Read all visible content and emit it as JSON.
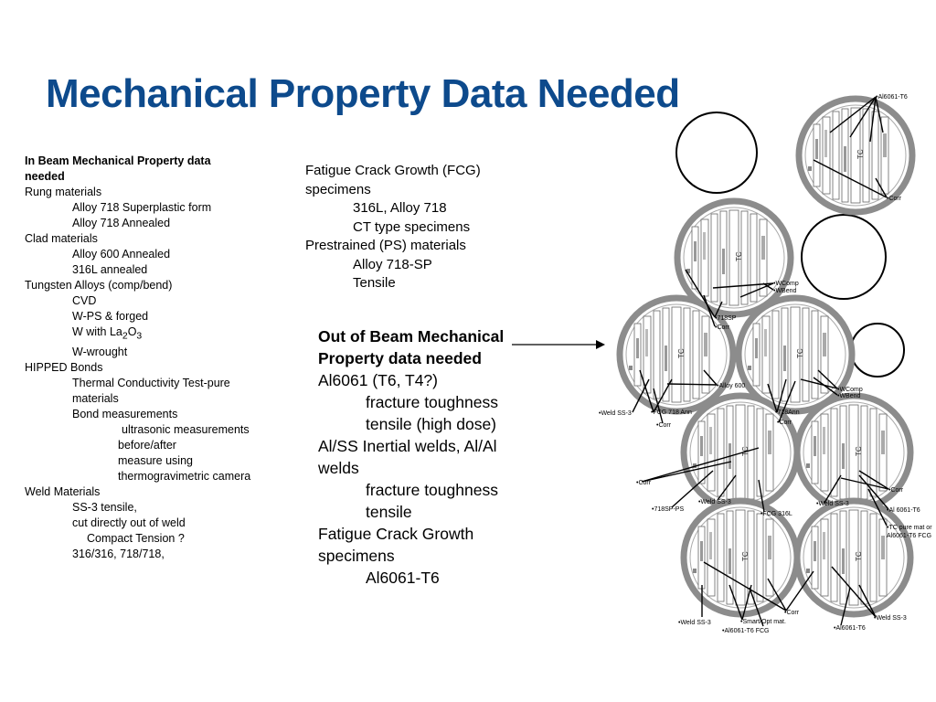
{
  "title": "Mechanical Property Data Needed",
  "left_column": {
    "heading_line1": "In Beam Mechanical Property data",
    "heading_line2": "needed",
    "rung": "Rung materials",
    "rung_1": "Alloy 718 Superplastic form",
    "rung_2": "Alloy 718 Annealed",
    "clad": "Clad materials",
    "clad_1": "Alloy 600 Annealed",
    "clad_2": "316L annealed",
    "tungsten": "Tungsten Alloys (comp/bend)",
    "tungsten_1": "CVD",
    "tungsten_2": "W-PS & forged",
    "tungsten_3_pre": "W with La",
    "tungsten_3_sub1": "2",
    "tungsten_3_mid": "O",
    "tungsten_3_sub2": "3",
    "tungsten_4": "W-wrought",
    "hipped": "HIPPED Bonds",
    "hipped_1a": "Thermal Conductivity Test-pure",
    "hipped_1b": "materials",
    "hipped_2": "Bond measurements",
    "hipped_3": "ultrasonic measurements",
    "hipped_4": "before/after",
    "hipped_5": "measure using",
    "hipped_6": "thermogravimetric camera",
    "weld": "Weld Materials",
    "weld_1": "SS-3 tensile,",
    "weld_2": "cut directly out of weld",
    "weld_3": "Compact Tension ?",
    "weld_4": "316/316, 718/718,"
  },
  "middle_column": {
    "l1": "Fatigue Crack Growth (FCG)",
    "l2": "specimens",
    "l3": "316L, Alloy 718",
    "l4": "CT type specimens",
    "l5": "Prestrained (PS) materials",
    "l6": "Alloy 718-SP",
    "l7": "Tensile"
  },
  "out_of_beam": {
    "h1": "Out of Beam Mechanical",
    "h2": "Property data needed",
    "l1": "Al6061 (T6, T4?)",
    "l2": "fracture toughness",
    "l3": "tensile (high dose)",
    "l4": "Al/SS Inertial welds, Al/Al",
    "l5": "welds",
    "l6": "fracture toughness",
    "l7": "tensile",
    "l8": "Fatigue Crack Growth",
    "l9": "specimens",
    "l10": "Al6061-T6"
  },
  "diagram": {
    "tc_label": "TC",
    "labels": {
      "al6061_t6_top": "•Al6061-T6",
      "corr_top": "•Corr",
      "wcomp1": "•WComp",
      "wbend1": "•WBend",
      "sp718": "•718SP",
      "corr2": "•Corr",
      "alloy600": "•Alloy 600",
      "wcomp2": "•WComp",
      "wbend2": "•WBend",
      "weld_ss3_a": "•Weld SS-3",
      "fcg718": "•FCG 718 Ann",
      "ann718": "•718Ann",
      "corr3": "•Corr",
      "corr4": "•Corr",
      "corr5": "•Corr",
      "corr6": "•Corr",
      "sp718ps": "•718SP-PS",
      "weld_ss3_b": "•Weld SS-3",
      "fcg316l": "•FCG 316L",
      "weld_ss3_c": "•Weld SS-3",
      "al6061_t6_b": "•Al 6061-T6",
      "tc_pure1": "•TC pure mat or",
      "tc_pure2": "Al6061-T6 FCG",
      "corr7": "•Corr",
      "weld_ss3_d": "•Weld SS-3",
      "smart": "•Smart/Opt mat.",
      "al6061_fcg": "•Al6061-T6 FCG",
      "al6061_t6_c": "•Al6061-T6",
      "weld_ss3_e": "•Weld SS-3"
    }
  }
}
